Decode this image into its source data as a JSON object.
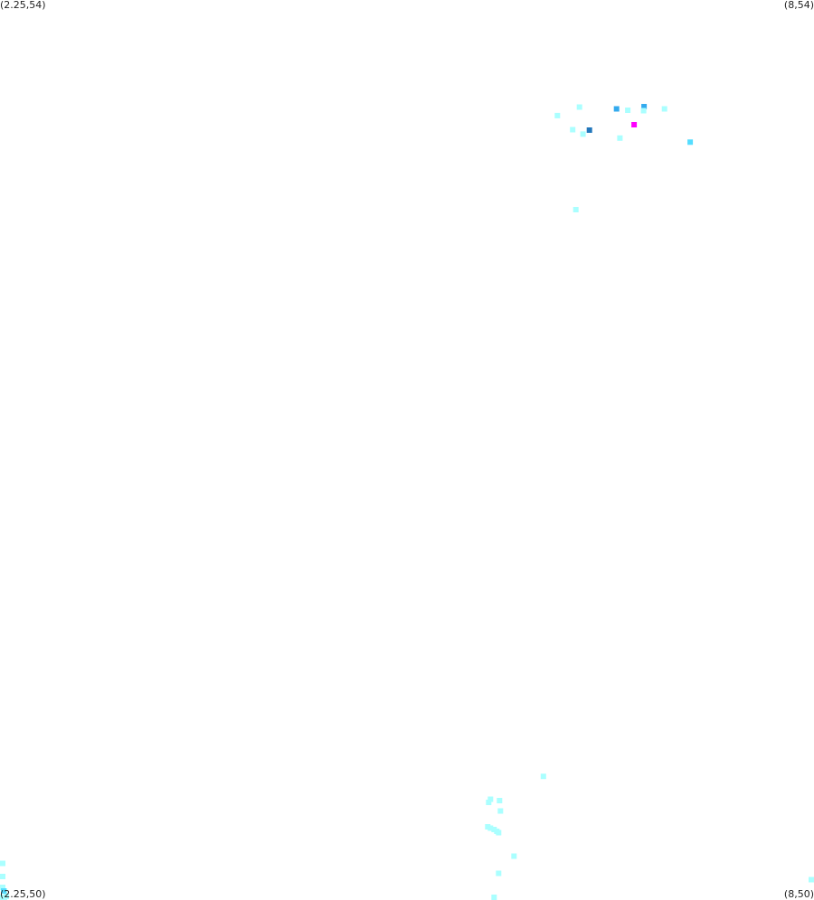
{
  "corners": {
    "top_left": "(2.25,54)",
    "top_right": "(8,54)",
    "bottom_left": "(2.25,50)",
    "bottom_right": "(8,50)"
  },
  "extent": {
    "lon": [
      2.25,
      8
    ],
    "lat": [
      50,
      54
    ]
  },
  "colors": {
    "pale": "#aaffff",
    "light": "#55ddff",
    "mid": "#33aaee",
    "dark": "#2277bb",
    "magenta": "#ff00ff"
  },
  "points": [
    {
      "lon": 6.1875,
      "lat": 53.4864,
      "tone": "pale"
    },
    {
      "lon": 6.3685,
      "lat": 53.4039,
      "tone": "pale"
    },
    {
      "lon": 6.3434,
      "lat": 53.5241,
      "tone": "pale"
    },
    {
      "lon": 6.2953,
      "lat": 53.4237,
      "tone": "pale"
    },
    {
      "lon": 6.4135,
      "lat": 53.4217,
      "tone": "dark"
    },
    {
      "lon": 6.6054,
      "lat": 53.516,
      "tone": "mid"
    },
    {
      "lon": 6.629,
      "lat": 53.3864,
      "tone": "pale"
    },
    {
      "lon": 6.6846,
      "lat": 53.51,
      "tone": "pale"
    },
    {
      "lon": 6.7292,
      "lat": 53.4457,
      "tone": "magenta"
    },
    {
      "lon": 6.7995,
      "lat": 53.5261,
      "tone": "mid"
    },
    {
      "lon": 6.7963,
      "lat": 53.508,
      "tone": "pale"
    },
    {
      "lon": 6.9442,
      "lat": 53.516,
      "tone": "pale"
    },
    {
      "lon": 7.1253,
      "lat": 53.3683,
      "tone": "light"
    },
    {
      "lon": 6.3179,
      "lat": 53.0683,
      "tone": "pale"
    },
    {
      "lon": 6.0882,
      "lat": 50.5492,
      "tone": "pale"
    },
    {
      "lon": 5.7146,
      "lat": 50.4478,
      "tone": "pale"
    },
    {
      "lon": 5.7018,
      "lat": 50.4337,
      "tone": "pale"
    },
    {
      "lon": 5.7785,
      "lat": 50.4418,
      "tone": "pale"
    },
    {
      "lon": 5.7849,
      "lat": 50.3956,
      "tone": "pale"
    },
    {
      "lon": 5.6954,
      "lat": 50.3253,
      "tone": "pale"
    },
    {
      "lon": 5.7146,
      "lat": 50.3193,
      "tone": "pale"
    },
    {
      "lon": 5.7402,
      "lat": 50.3133,
      "tone": "pale"
    },
    {
      "lon": 5.7594,
      "lat": 50.3052,
      "tone": "pale"
    },
    {
      "lon": 5.7721,
      "lat": 50.2992,
      "tone": "pale"
    },
    {
      "lon": 5.8808,
      "lat": 50.1948,
      "tone": "pale"
    },
    {
      "lon": 5.7721,
      "lat": 50.1185,
      "tone": "pale"
    },
    {
      "lon": 5.7402,
      "lat": 50.0,
      "tone": "pale"
    },
    {
      "lon": 7.9936,
      "lat": 50.0904,
      "tone": "pale"
    },
    {
      "lon": 2.25,
      "lat": 50.1627,
      "tone": "pale"
    },
    {
      "lon": 2.25,
      "lat": 50.1044,
      "tone": "pale"
    },
    {
      "lon": 2.2628,
      "lat": 50.0562,
      "tone": "pale"
    },
    {
      "lon": 2.282,
      "lat": 50.0402,
      "tone": "pale"
    },
    {
      "lon": 2.2948,
      "lat": 50.0161,
      "tone": "pale"
    },
    {
      "lon": 2.2628,
      "lat": 50.01,
      "tone": "pale"
    },
    {
      "lon": 2.282,
      "lat": 50.0,
      "tone": "pale"
    },
    {
      "lon": 2.2756,
      "lat": 50.0402,
      "tone": "light"
    }
  ]
}
